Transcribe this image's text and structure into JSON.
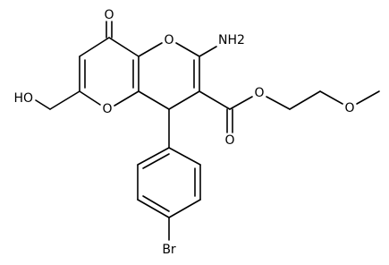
{
  "molecule": {
    "labels": {
      "carbonyl_oxygen": "O",
      "ring_oxygen_upper": "O",
      "ring_oxygen_lower": "O",
      "amino": "NH2",
      "hydroxyl": "HO",
      "ester_ether_oxygen": "O",
      "ester_carbonyl_oxygen": "O",
      "methoxy_oxygen": "O",
      "bromine": "Br"
    }
  }
}
